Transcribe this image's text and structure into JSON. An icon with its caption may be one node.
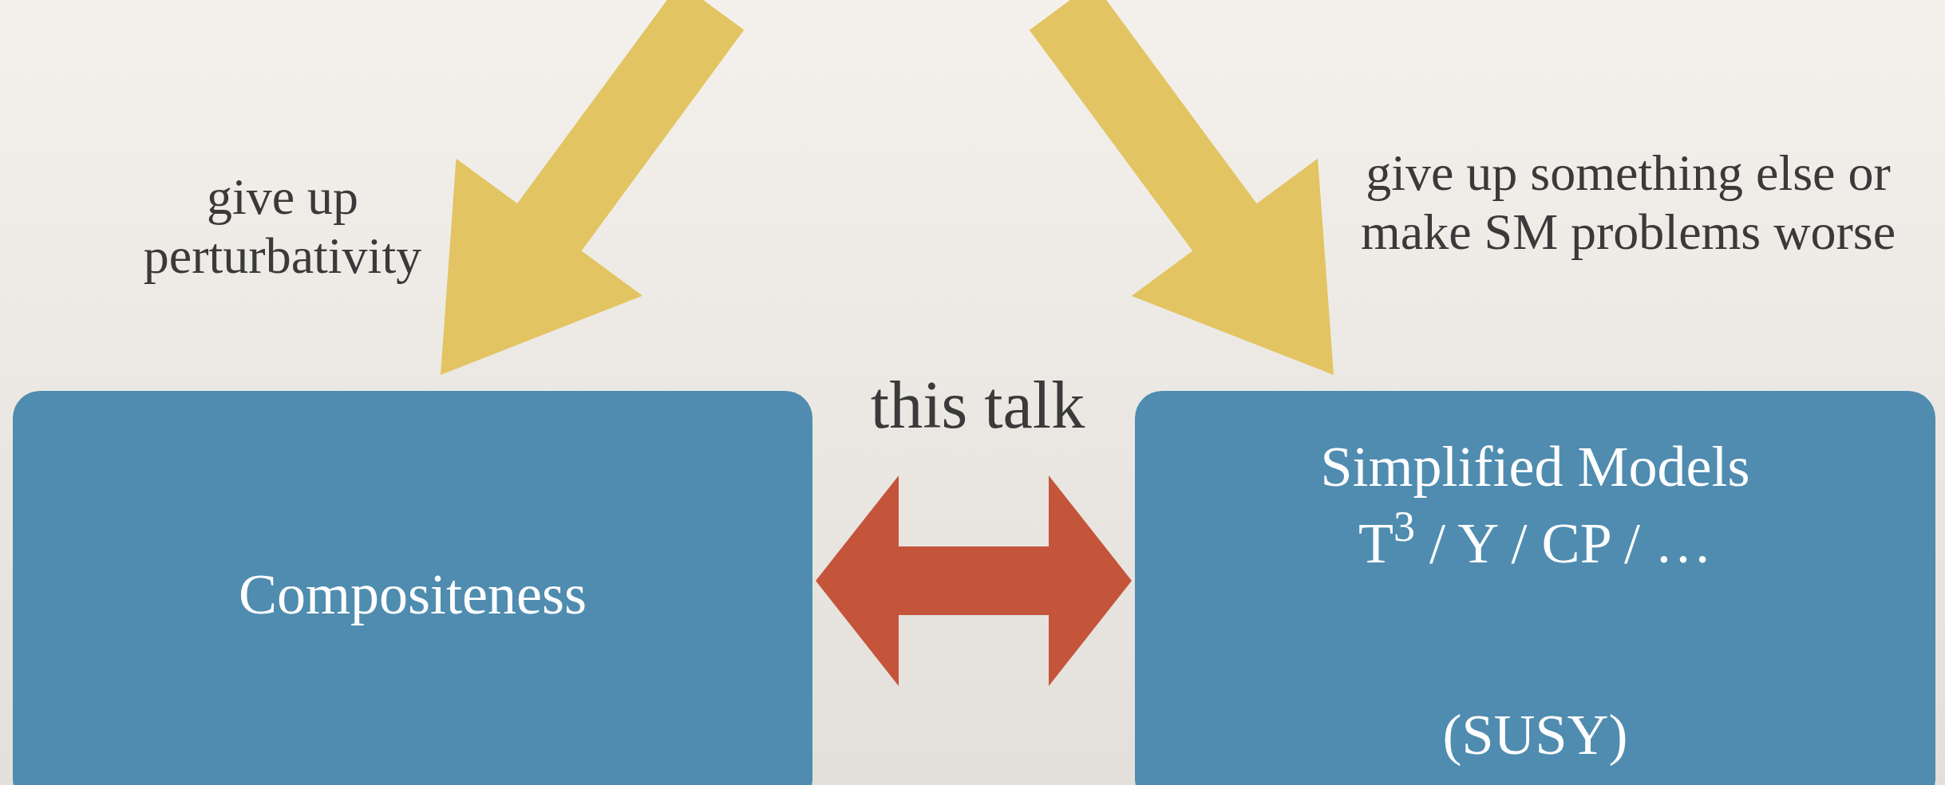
{
  "diagram": {
    "nodes": [
      {
        "text": [
          "Compositeness"
        ]
      },
      {
        "text": [
          "Simplified Models",
          "T$^{3}$ / Y / CP / …",
          "(SUSY)"
        ]
      }
    ],
    "edges": [
      {
        "from": null,
        "to": 0,
        "arrow": "to",
        "label": "give up perturbativity",
        "style": "thick"
      },
      {
        "from": null,
        "to": 1,
        "arrow": "to",
        "label": "give up something else or make SM problems worse",
        "style": "thick"
      },
      {
        "from": 0,
        "to": 1,
        "arrow": "both",
        "label": "this talk",
        "style": "thick",
        "color": "#c4553b"
      }
    ]
  }
}
